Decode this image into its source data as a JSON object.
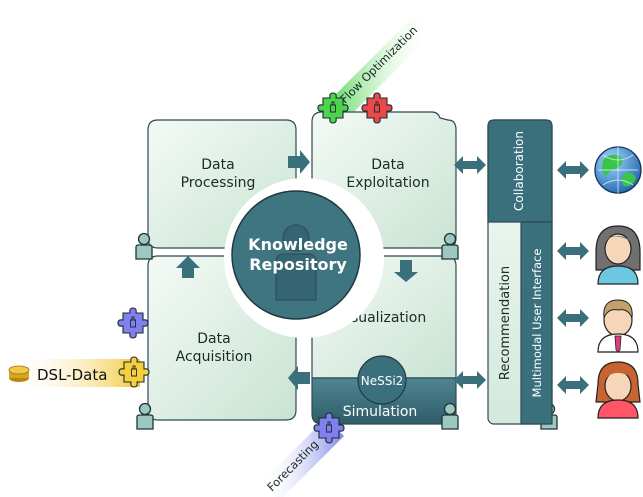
{
  "colors": {
    "teal": "#3a6f7c",
    "teal_dark": "#23505c",
    "panel_light": "#eef7f1",
    "panel_mid": "#cfe6d8",
    "panel_stroke": "#2e4a52",
    "puzzle_green": "#4cd44c",
    "puzzle_red": "#e84a4a",
    "puzzle_blue": "#8080ee",
    "puzzle_yellow": "#f5cf3e"
  },
  "quadrants": {
    "processing": "Data\nProcessing",
    "exploitation": "Data\nExploitation",
    "acquisition": "Data\nAcquisition",
    "visualization": "Visualization",
    "simulation": "Simulation"
  },
  "center": {
    "title": "Knowledge\nRepository",
    "nessi": "NeSSi2"
  },
  "right_panel": {
    "collaboration": "Collaboration",
    "recommendation": "Recommendation",
    "multimodal": "Multimodal User Interface"
  },
  "tags": {
    "flow_optimization": "Flow Optimization",
    "forecasting": "Forecasting",
    "dsl_data": "DSL-Data"
  },
  "icons": {
    "globe": "globe-icon",
    "user_female": "user-female-icon",
    "user_male": "user-male-icon",
    "person": "person-icon",
    "puzzle": "puzzle-piece-icon",
    "database": "database-icon"
  }
}
